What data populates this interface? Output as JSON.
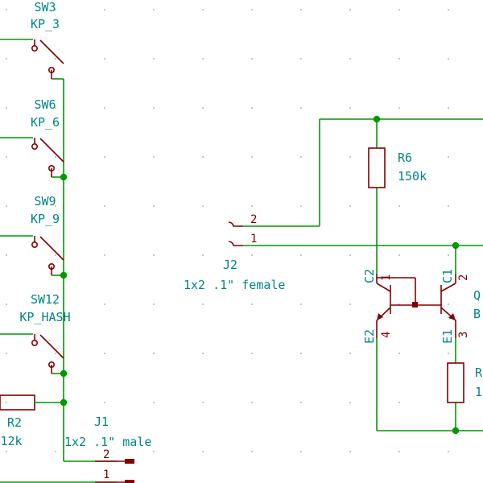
{
  "schematic": {
    "colors": {
      "wire": "#009900",
      "component": "#840000",
      "label": "#008484",
      "background": "#ffffff"
    },
    "switches": [
      {
        "ref": "SW3",
        "value": "KP_3"
      },
      {
        "ref": "SW6",
        "value": "KP_6"
      },
      {
        "ref": "SW9",
        "value": "KP_9"
      },
      {
        "ref": "SW12",
        "value": "KP_HASH"
      }
    ],
    "r2": {
      "ref": "R2",
      "value": "12k"
    },
    "j1": {
      "ref": "J1",
      "value": "1x2 .1\" male",
      "pins": [
        "2",
        "1"
      ]
    },
    "j2": {
      "ref": "J2",
      "value": "1x2 .1\" female",
      "pins": [
        "2",
        "1"
      ]
    },
    "r6": {
      "ref": "R6",
      "value": "150k"
    },
    "transistor_left": {
      "pins": {
        "c": "C2",
        "c_num": "1",
        "e": "E2",
        "e_num": "4"
      }
    },
    "transistor_right": {
      "ref_partial": "Q",
      "value_partial": "B",
      "pins": {
        "c": "C1",
        "c_num": "2",
        "e": "E1",
        "e_num": "3"
      }
    },
    "r_right": {
      "ref_partial": "R",
      "value_partial": "1"
    }
  }
}
